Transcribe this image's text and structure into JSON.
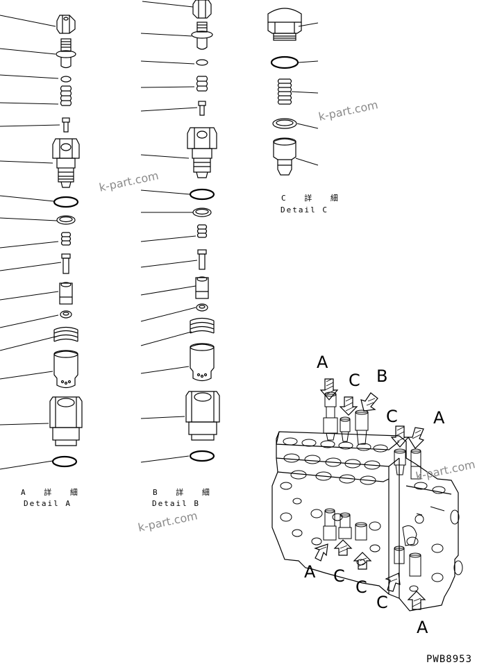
{
  "details": {
    "a": {
      "jp": "A 詳 細",
      "en": "Detail A"
    },
    "b": {
      "jp": "B 詳 細",
      "en": "Detail B"
    },
    "c": {
      "jp": "C 詳 細",
      "en": "Detail C"
    }
  },
  "watermark": "k-part.com",
  "assembly_callouts": [
    "A",
    "C",
    "B",
    "C",
    "A",
    "A",
    "C",
    "C",
    "C",
    "A"
  ],
  "drawing_code": "PWB8953"
}
